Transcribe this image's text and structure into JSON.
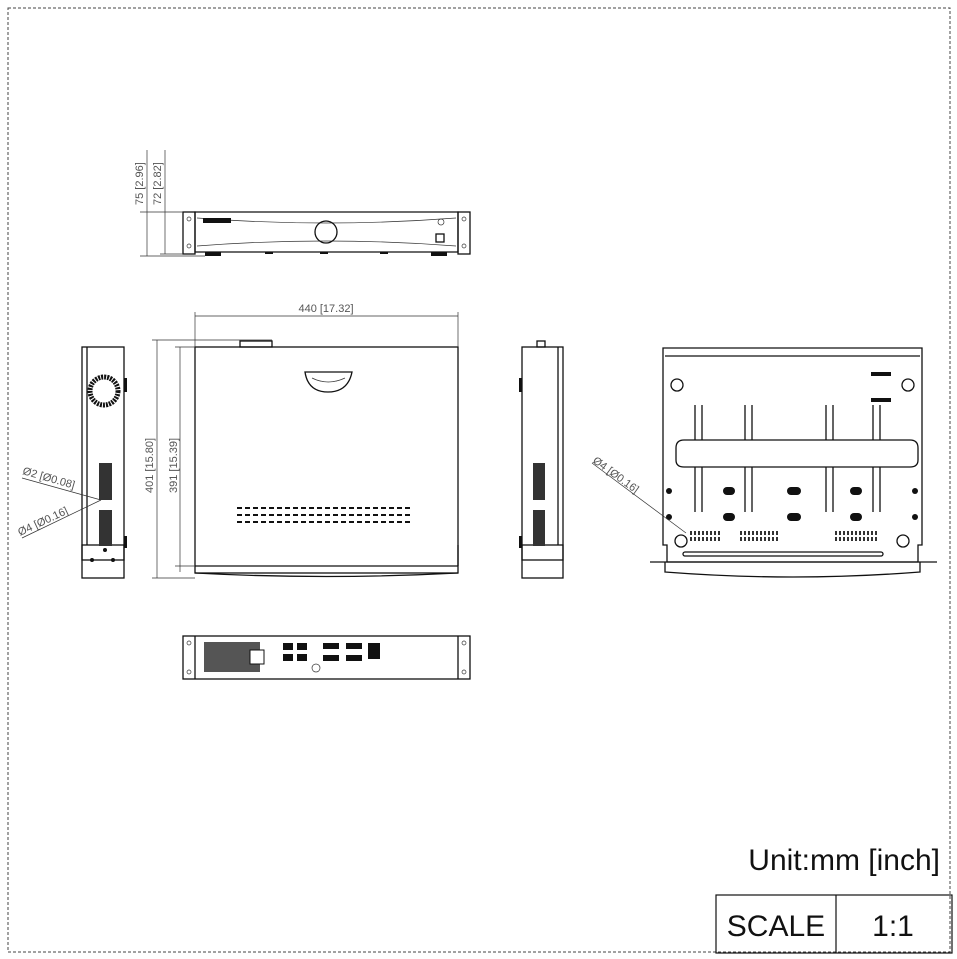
{
  "drawing": {
    "front_view": {
      "height_overall": "75 [2.96]",
      "height_body": "72 [2.82]"
    },
    "top_view": {
      "width": "440 [17.32]",
      "depth_overall": "401 [15.80]",
      "depth_body": "391 [15.39]"
    },
    "left_side_view": {
      "hole_small": "Ø2 [Ø0.08]",
      "hole_large": "Ø4 [Ø0.16]"
    },
    "bottom_view": {
      "hole": "Ø4 [Ø0.16]"
    }
  },
  "title_block": {
    "unit": "Unit:mm [inch]",
    "scale_label": "SCALE",
    "scale_value": "1:1"
  }
}
